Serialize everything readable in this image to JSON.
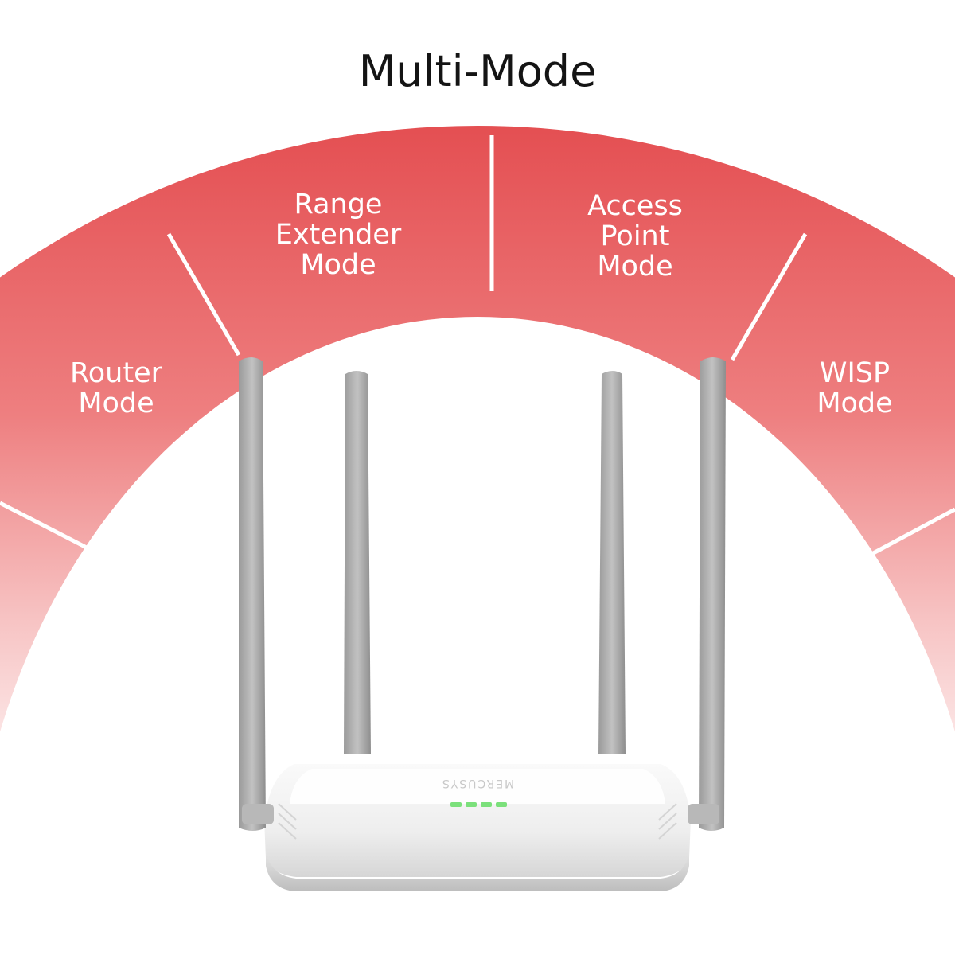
{
  "title": "Multi-Mode",
  "modes": [
    {
      "label": "Router\nMode"
    },
    {
      "label": "Range\nExtender\nMode"
    },
    {
      "label": "Access\nPoint\nMode"
    },
    {
      "label": "WISP\nMode"
    }
  ],
  "brand_text": "MERCUSYS",
  "colors": {
    "arc_top": "#e85a5c",
    "arc_fade": "#ffffff",
    "divider": "#ffffff",
    "label": "#ffffff",
    "antenna": "#a9a9a9",
    "router_body": "#f2f2f2",
    "led": "#7be07b"
  }
}
